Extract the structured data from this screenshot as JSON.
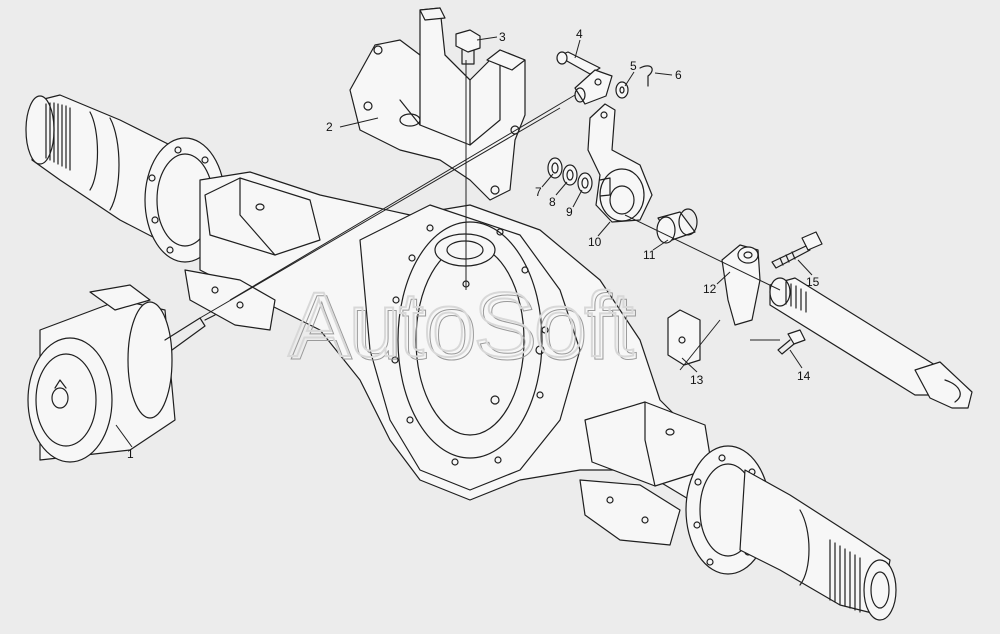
{
  "diagram": {
    "callouts": [
      "1",
      "2",
      "3",
      "4",
      "5",
      "6",
      "7",
      "8",
      "9",
      "10",
      "11",
      "12",
      "13",
      "14",
      "15"
    ],
    "watermark": "AutoSoft"
  },
  "colors": {
    "background": "#ececec",
    "ink": "#1f1f1f",
    "fill": "#f7f7f7"
  }
}
